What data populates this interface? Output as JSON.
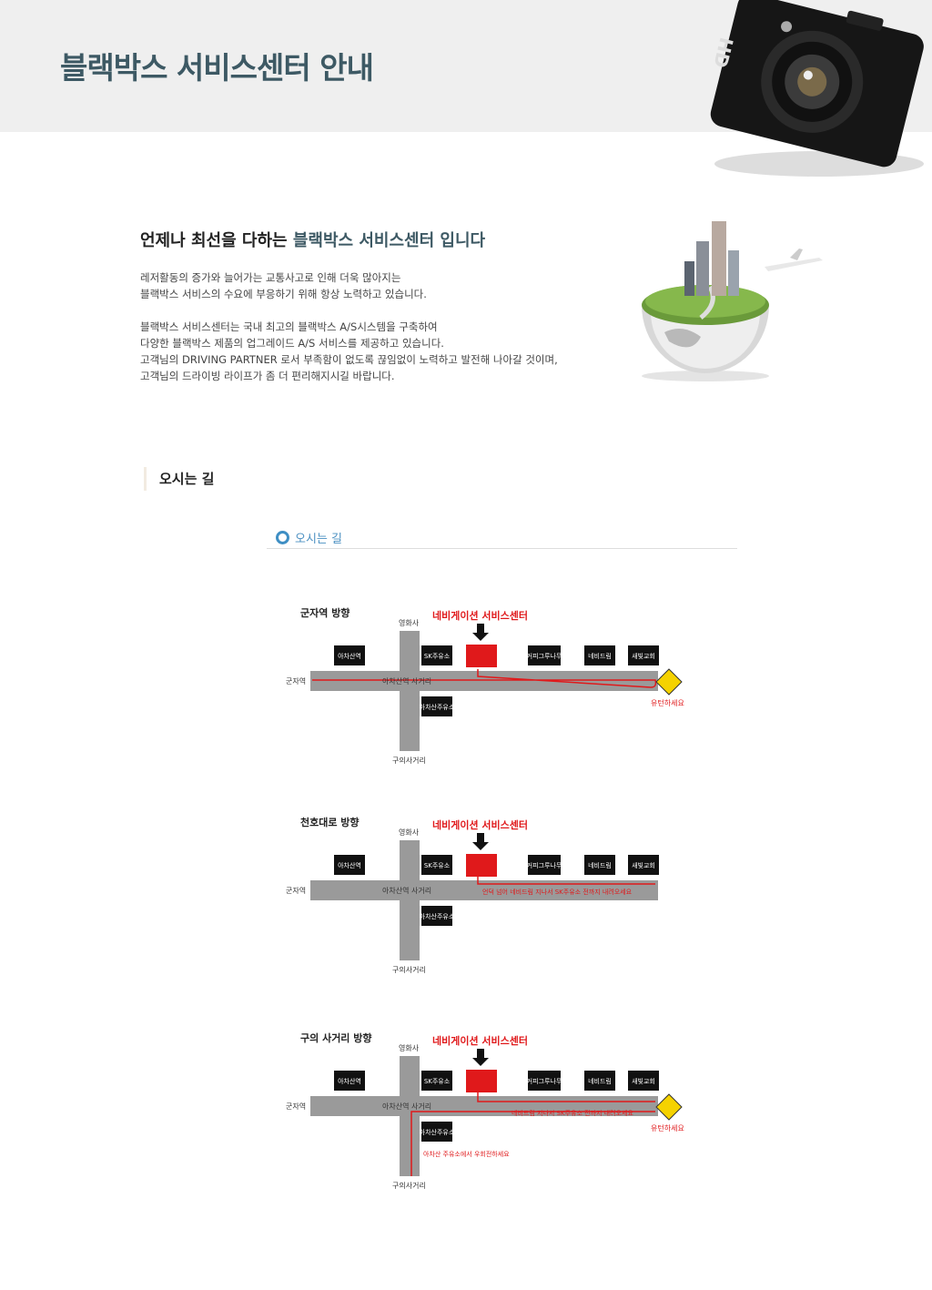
{
  "header": {
    "title": "블랙박스 서비스센터 안내",
    "camera_label": "HD"
  },
  "intro": {
    "title_prefix": "언제나 최선을 다하는",
    "title_highlight": "블랙박스 서비스센터 입니다",
    "lines": [
      "레저활동의 증가와 늘어가는 교통사고로 인해 더욱 많아지는",
      "블랙박스 서비스의 수요에 부응하기 위해 항상 노력하고 있습니다.",
      "블랙박스 서비스센터는 국내 최고의 블랙박스 A/S시스템을 구축하여",
      "다양한 블랙박스 제품의 업그레이드 A/S 서비스를 제공하고 있습니다.",
      "고객님의 DRIVING PARTNER 로서 부족함이 없도록 끊임없이 노력하고 발전해 나아갈 것이며,",
      "고객님의 드라이빙 라이프가 좀 더 편리해지시길 바랍니다."
    ]
  },
  "section": {
    "title": "오시는 길",
    "subtitle": "오시는 길"
  },
  "common": {
    "center": "네비게이션 서비스센터",
    "theater": "영화사",
    "station_left": "군자역",
    "intersection": "아차산역 사거리",
    "bottom": "구의사거리",
    "boxes": [
      "아차산역",
      "SK주유소",
      "커피그루나무",
      "네비드림",
      "새빛교회"
    ],
    "gas_station": "아차산주유소",
    "uturn": "유턴하세요"
  },
  "maps": [
    {
      "title": "군자역 방향",
      "note": "",
      "note2": ""
    },
    {
      "title": "천호대로 방향",
      "note": "언덕 넘어 네비드림 지나서 SK주유소 전까지 내려오세요",
      "note2": ""
    },
    {
      "title": "구의 사거리 방향",
      "note": "네비드림 지나서 SK주유소 전까지 내려오세요",
      "note2": "아차산 주유소에서 우회전하세요"
    }
  ],
  "colors": {
    "accent": "#3d5964",
    "red": "#e0191b",
    "road": "#9a9a9a",
    "blue": "#4a8fc1"
  }
}
